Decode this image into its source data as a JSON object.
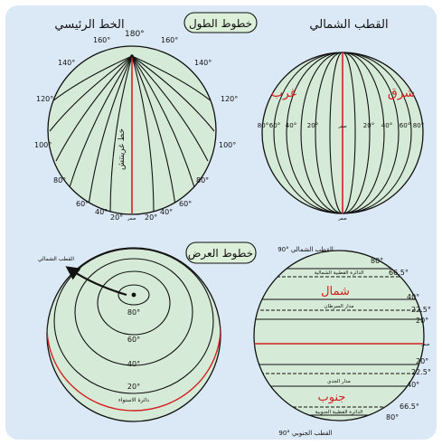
{
  "headings": {
    "longitudes_title": "خطوط الطول",
    "latitudes_title": "خطوط العرض",
    "north_pole": "القطب الشمالي",
    "prime_meridian": "الخط الرئيسي"
  },
  "meridian_view": {
    "top_degree": "180°",
    "left_degrees": [
      "160°",
      "140°",
      "120°",
      "100°",
      "80°",
      "60°",
      "40°",
      "20°"
    ],
    "right_degrees": [
      "160°",
      "140°",
      "120°",
      "100°",
      "80°",
      "60°",
      "40°",
      "20°"
    ],
    "bottom_zero": "صفر",
    "meridian_vertical_label": "خط غرينتش"
  },
  "globe_view": {
    "west_label": "غرب",
    "east_label": "شرق",
    "degree_row": [
      "80°",
      "60°",
      "40°",
      "20°",
      "صفر",
      "20°",
      "40°",
      "60°",
      "80°"
    ],
    "bottom_zero": "صفر"
  },
  "polar_view": {
    "north_pole_label": "القطب الشمالي",
    "ring_degrees": [
      "80°",
      "60°",
      "40°",
      "20°"
    ],
    "equator_label": "دائرة الاستواء"
  },
  "latitude_view": {
    "top_pole": "90° القطب الشمالي",
    "bottom_pole": "90° القطب الجنوبي",
    "arctic_circle": "الدائرة القطبية الشمالية",
    "cancer": "مدار السرطان",
    "capricorn": "مدار الجدي",
    "antarctic_circle": "الدائرة القطبية الجنوبية",
    "north_word": "شمال",
    "south_word": "جنوب",
    "equator_zero": "صفر",
    "right_degrees_north": [
      "80°",
      "66.5°",
      "40°",
      "22.5°",
      "20°"
    ],
    "right_degrees_south": [
      "20°",
      "22.5°",
      "40°",
      "66.5°",
      "80°"
    ]
  },
  "colors": {
    "panel_bg": "#dbe8f5",
    "globe_fill": "#d6ebd7",
    "line": "#111111",
    "accent_red": "#d42020",
    "tag_bg": "#dcefd8"
  }
}
